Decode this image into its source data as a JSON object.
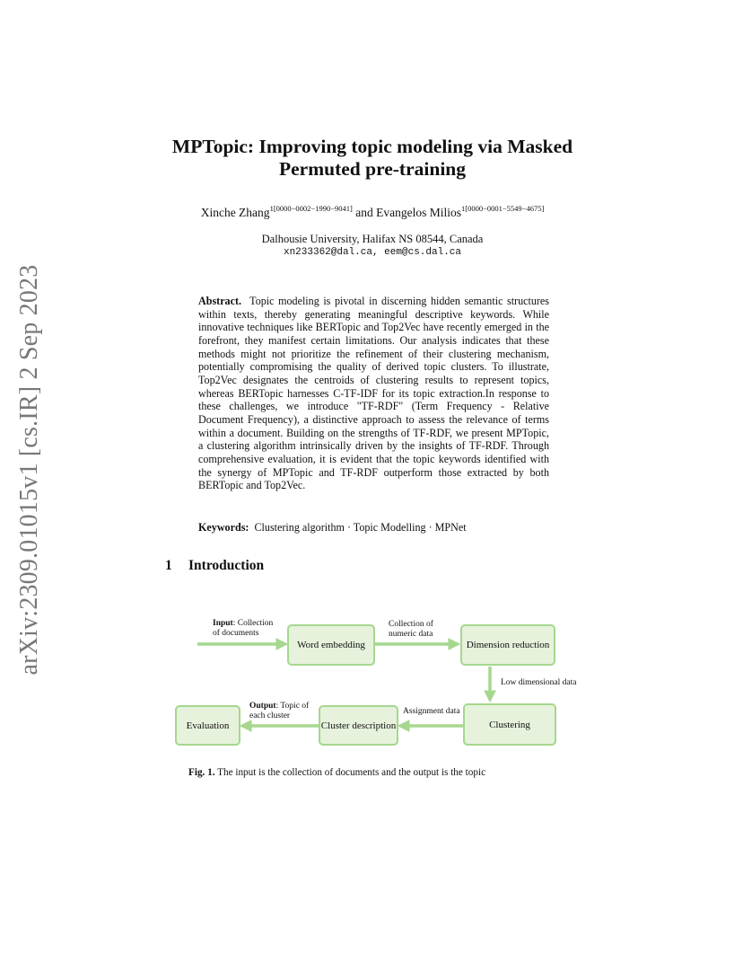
{
  "sidebar_text": "arXiv:2309.01015v1  [cs.IR]  2 Sep 2023",
  "title": {
    "line1": "MPTopic: Improving topic modeling via Masked",
    "line2": "Permuted pre-training"
  },
  "authors": {
    "author1": "Xinche Zhang",
    "author1_sup": "1[0000−0002−1990−9041]",
    "conj": " and ",
    "author2": "Evangelos Milios",
    "author2_sup": "1[0000−0001−5549−4675]"
  },
  "affiliation": "Dalhousie University, Halifax NS 08544, Canada",
  "emails": "xn233362@dal.ca, eem@cs.dal.ca",
  "abstract": {
    "label": "Abstract.",
    "text": "Topic modeling is pivotal in discerning hidden semantic structures within texts, thereby generating meaningful descriptive keywords. While innovative techniques like BERTopic and Top2Vec have recently emerged in the forefront, they manifest certain limitations. Our analysis indicates that these methods might not prioritize the refinement of their clustering mechanism, potentially compromising the quality of derived topic clusters. To illustrate, Top2Vec designates the centroids of clustering results to represent topics, whereas BERTopic harnesses C-TF-IDF for its topic extraction.In response to these challenges, we introduce \"TF-RDF\" (Term Frequency - Relative Document Frequency), a distinctive approach to assess the relevance of terms within a document. Building on the strengths of TF-RDF, we present MPTopic, a clustering algorithm intrinsically driven by the insights of TF-RDF. Through comprehensive evaluation, it is evident that the topic keywords identified with the synergy of MPTopic and TF-RDF outperform those extracted by both BERTopic and Top2Vec."
  },
  "keywords": {
    "label": "Keywords:",
    "text": "Clustering algorithm · Topic Modelling · MPNet"
  },
  "section": {
    "number": "1",
    "title": "Introduction"
  },
  "figure": {
    "nodes": {
      "word_embedding": "Word embedding",
      "dimension_reduction": "Dimension reduction",
      "clustering": "Clustering",
      "cluster_description": "Cluster description",
      "evaluation": "Evaluation"
    },
    "labels": {
      "input_bold": "Input",
      "input_rest": ": Collection",
      "input_line2": "of documents",
      "numeric_line1": "Collection of",
      "numeric_line2": "numeric data",
      "low_dim": "Low dimensional data",
      "assignment": "Assignment data",
      "output_bold": "Output",
      "output_rest": ": Topic of",
      "output_line2": "each cluster"
    },
    "arrow_color": "#a6d78e",
    "box_fill": "#e6f2dc"
  },
  "caption": {
    "label": "Fig. 1.",
    "text": "The input is the collection of documents and the output is the topic"
  }
}
